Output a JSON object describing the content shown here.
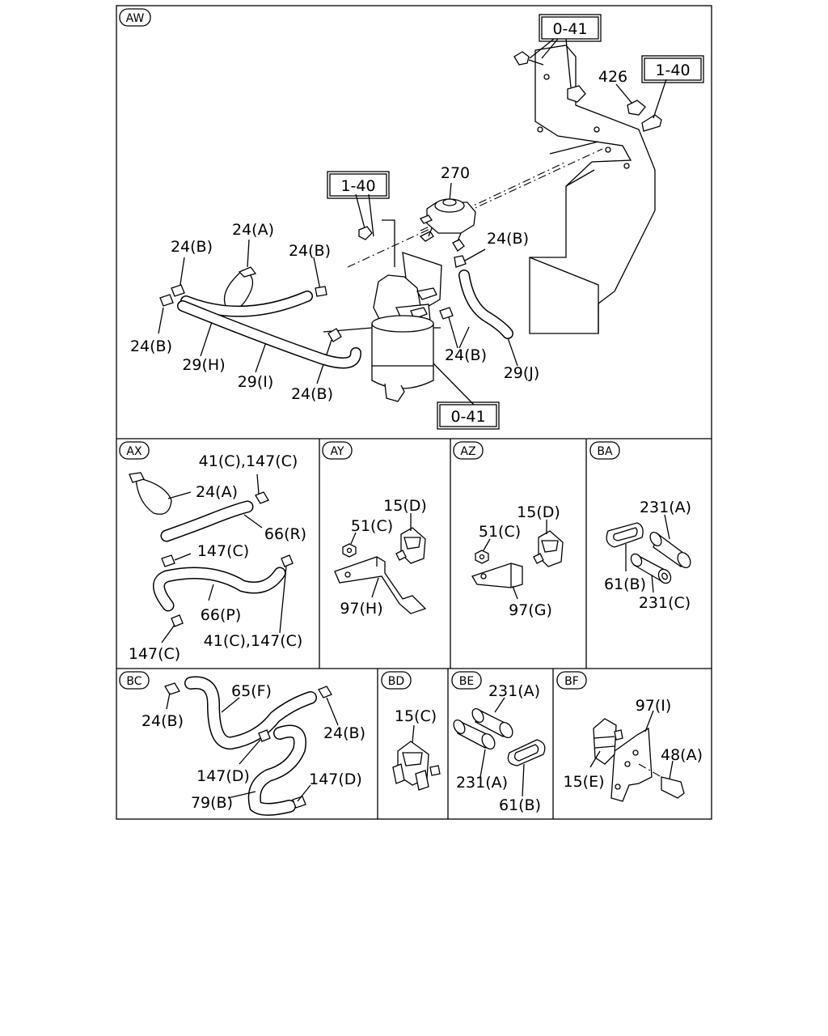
{
  "panels": {
    "aw": {
      "tag": "AW",
      "labels": {
        "ref_0_41_top": "0-41",
        "p426": "426",
        "ref_1_40_right": "1-40",
        "p270": "270",
        "ref_1_40_mid": "1-40",
        "p24a": "24(A)",
        "p24b_1": "24(B)",
        "p24b_2": "24(B)",
        "p24b_3": "24(B)",
        "p24b_4": "24(B)",
        "p24b_5": "24(B)",
        "p24b_6": "24(B)",
        "p29h": "29(H)",
        "p29i": "29(I)",
        "p29j": "29(J)",
        "ref_0_41_bottom": "0-41"
      }
    },
    "ax": {
      "tag": "AX",
      "labels": {
        "p41c_147c_top": "41(C),147(C)",
        "p24a": "24(A)",
        "p66r": "66(R)",
        "p147c_1": "147(C)",
        "p66p": "66(P)",
        "p41c_147c_bottom": "41(C),147(C)",
        "p147c_2": "147(C)"
      }
    },
    "ay": {
      "tag": "AY",
      "labels": {
        "p15d": "15(D)",
        "p51c": "51(C)",
        "p97h": "97(H)"
      }
    },
    "az": {
      "tag": "AZ",
      "labels": {
        "p15d": "15(D)",
        "p51c": "51(C)",
        "p97g": "97(G)"
      }
    },
    "ba": {
      "tag": "BA",
      "labels": {
        "p231a": "231(A)",
        "p61b": "61(B)",
        "p231c": "231(C)"
      }
    },
    "bc": {
      "tag": "BC",
      "labels": {
        "p65f": "65(F)",
        "p24b_1": "24(B)",
        "p24b_2": "24(B)",
        "p147d_1": "147(D)",
        "p147d_2": "147(D)",
        "p79b": "79(B)"
      }
    },
    "bd": {
      "tag": "BD",
      "labels": {
        "p15c": "15(C)"
      }
    },
    "be": {
      "tag": "BE",
      "labels": {
        "p231a_1": "231(A)",
        "p231a_2": "231(A)",
        "p61b": "61(B)"
      }
    },
    "bf": {
      "tag": "BF",
      "labels": {
        "p97i": "97(I)",
        "p48a": "48(A)",
        "p15e": "15(E)"
      }
    }
  }
}
